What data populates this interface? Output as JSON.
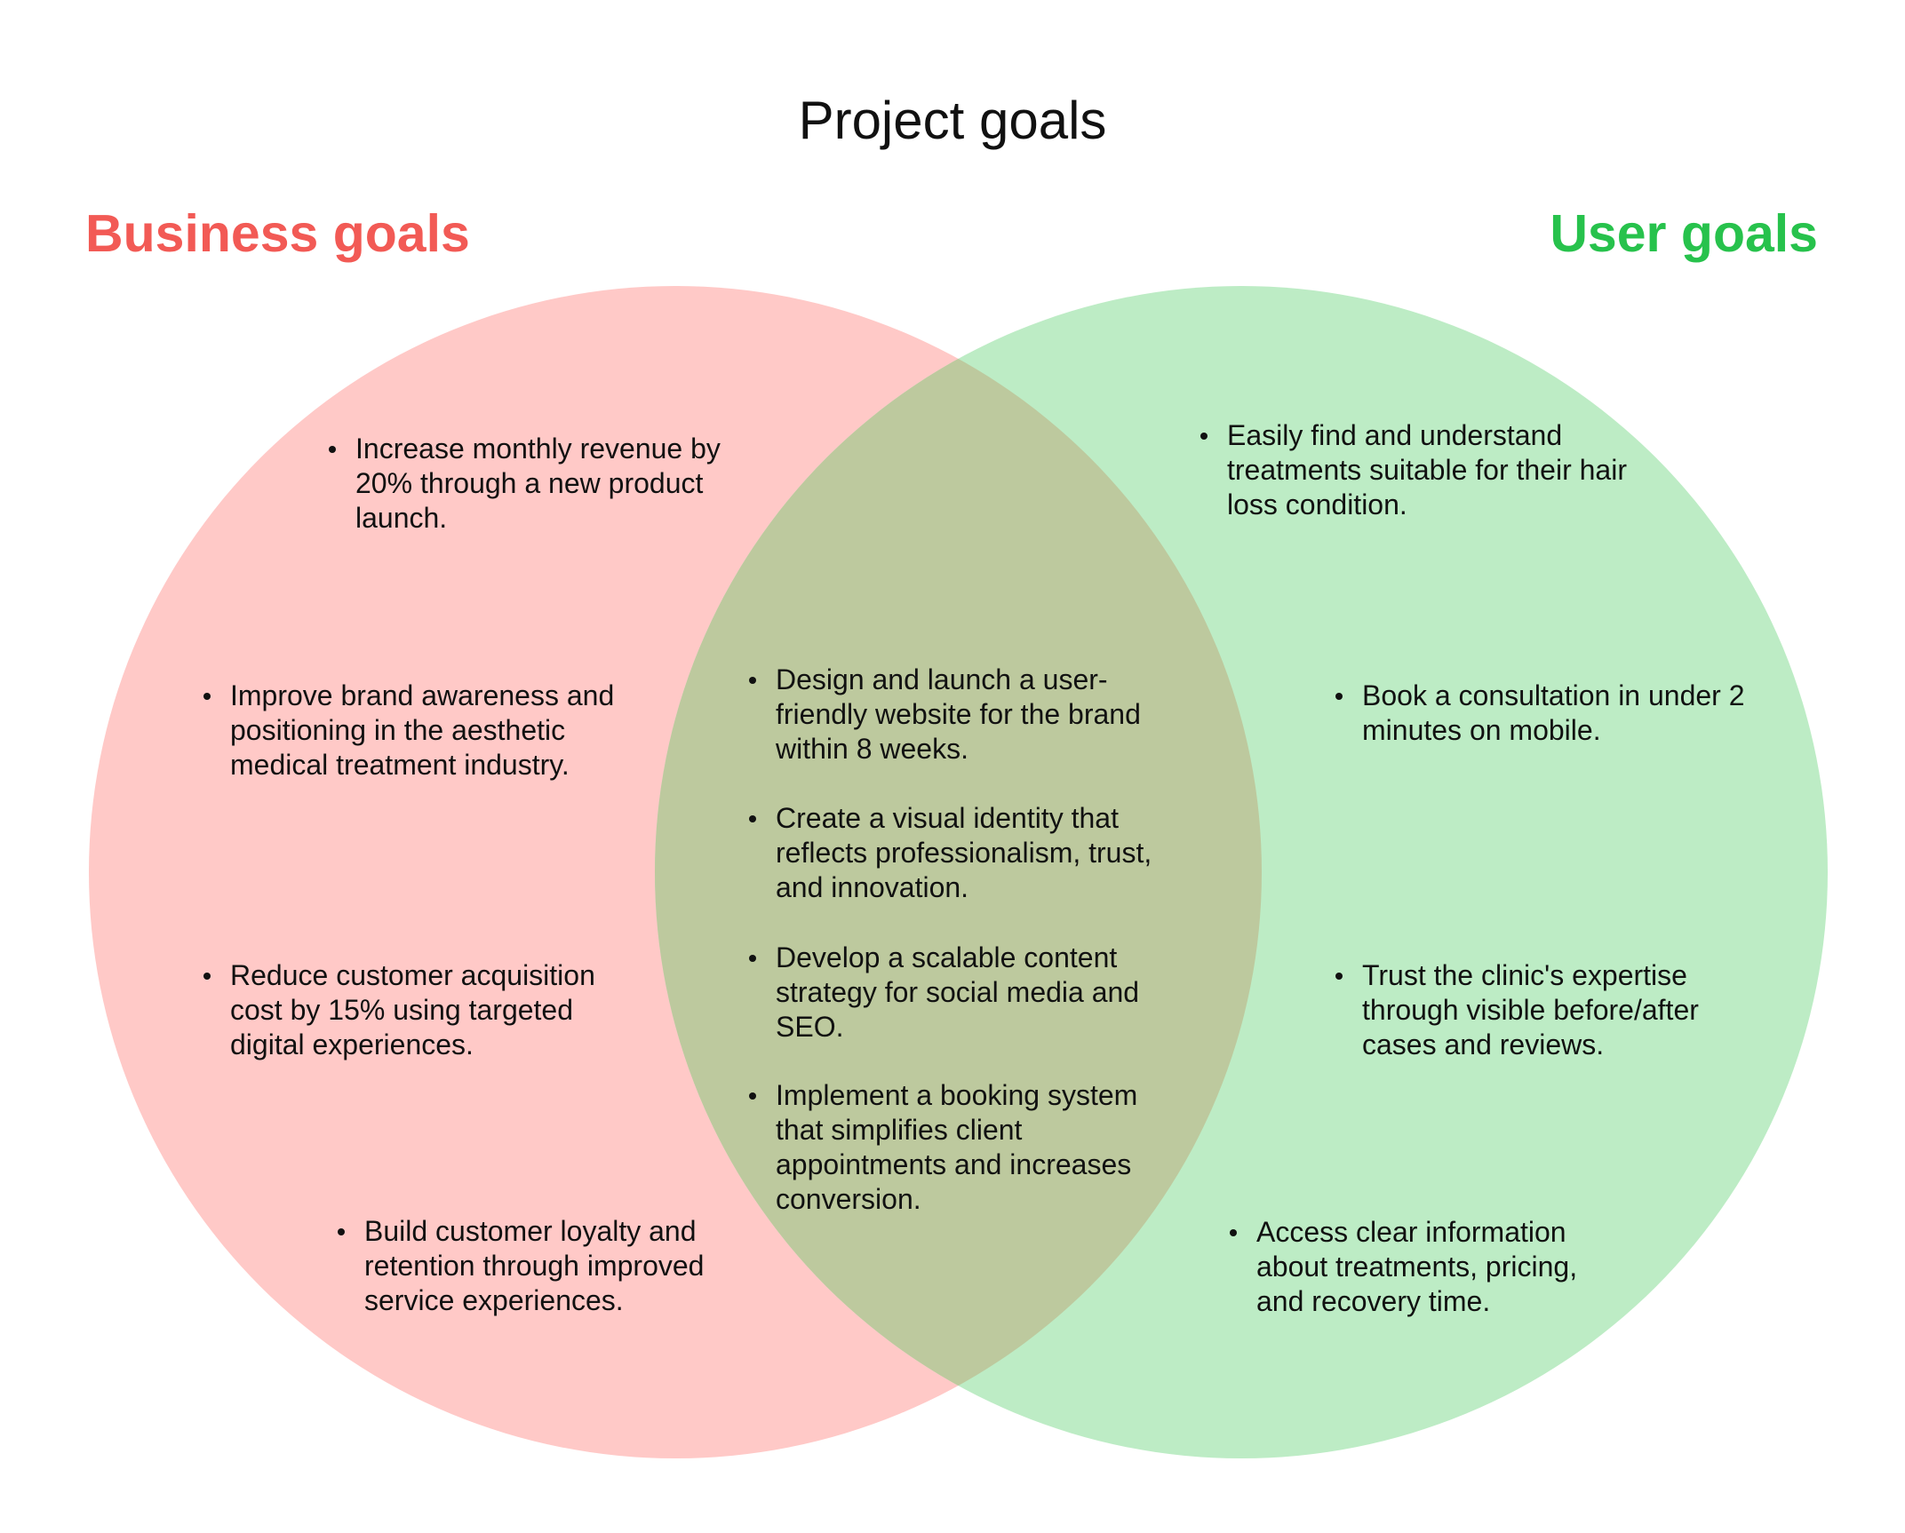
{
  "title": "Project goals",
  "colors": {
    "business_accent": "#f25a55",
    "user_accent": "#27c24c",
    "business_fill": "#ffc9c7",
    "user_fill": "#bdecc5",
    "overlap_fill": "#bdc99e"
  },
  "sets": {
    "business": {
      "label": "Business goals",
      "items": [
        "Increase monthly revenue by 20% through a new product launch.",
        "Improve brand awareness and positioning in the aesthetic medical treatment industry.",
        "Reduce customer acquisition cost by 15% using targeted digital experiences.",
        "Build customer loyalty and retention through improved service experiences."
      ]
    },
    "overlap": {
      "items": [
        "Design and launch a user-friendly website for the brand within 8 weeks.",
        "Create a visual identity that reflects professionalism, trust, and innovation.",
        "Develop a scalable content strategy for social media and SEO.",
        "Implement a booking system that simplifies client appointments and increases conversion."
      ]
    },
    "user": {
      "label": "User goals",
      "items": [
        "Easily find and understand treatments suitable for their hair loss condition.",
        "Book a consultation in under 2 minutes on mobile.",
        "Trust the clinic's expertise through visible before/after cases and reviews.",
        "Access clear information about treatments, pricing, and recovery time."
      ]
    }
  }
}
